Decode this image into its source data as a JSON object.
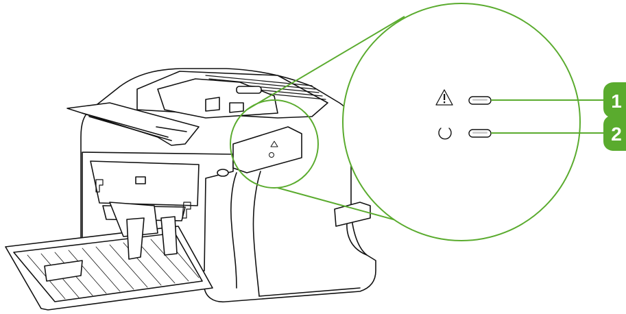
{
  "colors": {
    "line": "#111111",
    "callout_green": "#5aab2e",
    "background": "#ffffff"
  },
  "callouts": [
    {
      "number": "1",
      "indicator": "attention-light",
      "icon": "warning-triangle-icon"
    },
    {
      "number": "2",
      "indicator": "ready-light",
      "icon": "ready-circle-icon"
    }
  ]
}
